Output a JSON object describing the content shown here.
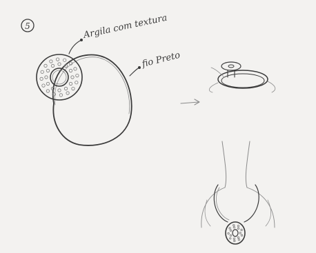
{
  "page": {
    "number": "5",
    "labels": {
      "clay_label": "Argila com textura",
      "cord_label": "fio Preto"
    }
  },
  "colors": {
    "paper": "#f3f2f0",
    "pencil": "#3a3a3a",
    "light_pencil": "#8a8a8a"
  }
}
